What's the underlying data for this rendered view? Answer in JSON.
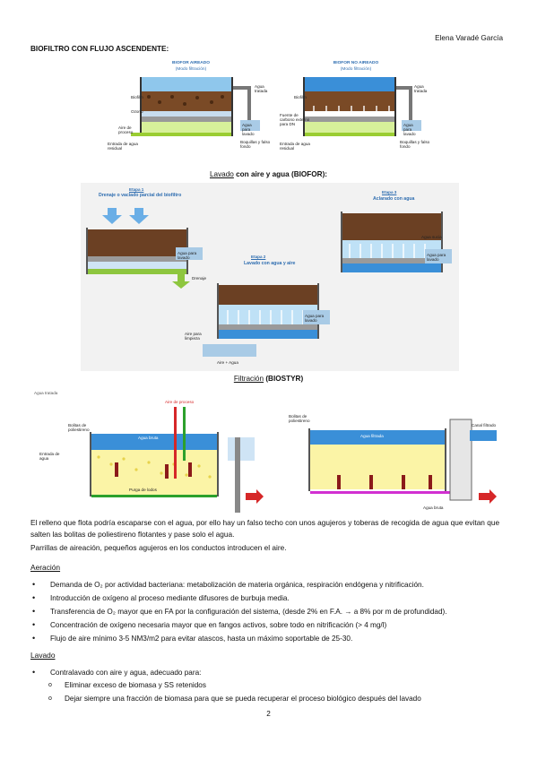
{
  "header": {
    "author": "Elena Varadé García"
  },
  "section1": {
    "title": "BIOFILTRO CON FLUJO ASCENDENTE:",
    "fig_left": {
      "title": "BIOFOR AIREADO",
      "subtitle": "(Modo filtración)",
      "labels": [
        "Biofilm",
        "Ozono",
        "Aire de proceso",
        "Entrada de agua residual",
        "Agua tratada",
        "Agua para lavado",
        "Boquillas y falso fondo"
      ]
    },
    "fig_right": {
      "title": "BIOFOR NO AIREADO",
      "subtitle": "(Modo filtración)",
      "labels": [
        "Biofilm",
        "Fuente de carbono externo para DN",
        "Entrada de agua residual",
        "Agua tratada",
        "Agua para lavado",
        "Boquillas y falso fondo"
      ]
    }
  },
  "section2": {
    "caption_underlined": "Lavado",
    "caption_rest": " con aire y agua (BIOFOR):",
    "stage1": {
      "title": "Etapa 1",
      "desc": "Drenaje o vaciado parcial del biofiltro",
      "label_water": "Agua para lavado",
      "label_drain": "Drenaje"
    },
    "stage2": {
      "title": "Etapa 2",
      "desc": "Lavado con agua y aire",
      "label_water": "Agua para lavado",
      "label_air": "Aire para limpieza",
      "label_mix": "Aire + Agua"
    },
    "stage3": {
      "title": "Etapa 3",
      "desc": "Aclarado con agua",
      "label_dirty": "Agua sucia",
      "label_water": "Agua para lavado"
    }
  },
  "section3": {
    "caption_underlined": "Filtración",
    "caption_rest": " (BIOSTYR)",
    "fig_left_labels": [
      "Agua tratada",
      "Bolitas de poliestireno",
      "Aire de proceso",
      "Agua bruta",
      "Entrada de agua",
      "Purga de lodos"
    ],
    "fig_right_labels": [
      "Agua filtrada",
      "Bolitas de poliestireno",
      "Agua bruta",
      "Canal filtrado"
    ]
  },
  "body": {
    "para1": "El relleno que flota podría escaparse con el agua, por ello hay un falso techo con unos agujeros y toberas de recogida de agua que evitan que salten las bolitas de poliestireno flotantes y pase solo el agua.",
    "para2": "Parrillas de aireación, pequeños agujeros en los conductos introducen el aire.",
    "aeration_title": "Aeración",
    "aeration_items": [
      "Demanda de O₂ por actividad bacteriana: metabolización de materia orgánica, respiración endógena y nitrificación.",
      "Introducción de oxígeno al proceso mediante difusores de burbuja media.",
      "Transferencia de O₂ mayor que en FA por la configuración del sistema, (desde 2% en F.A. → a 8% por m de profundidad).",
      "Concentración de oxígeno necesaria mayor que en fangos activos, sobre todo en nitrificación (> 4 mg/l)",
      "Flujo de aire mínimo 3-5 NM3/m2 para evitar atascos, hasta un máximo soportable de 25-30."
    ],
    "wash_title": "Lavado",
    "wash_item": "Contralavado con aire y agua, adecuado para:",
    "wash_sub": [
      "Eliminar exceso de biomasa y SS retenidos",
      "Dejar siempre una fracción de biomasa para que se pueda recuperar el proceso biológico después del lavado"
    ]
  },
  "footer": {
    "page": "2"
  }
}
